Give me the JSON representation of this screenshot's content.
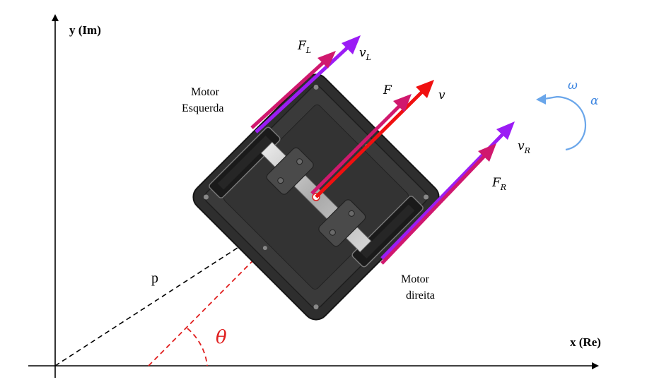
{
  "axes": {
    "y_label": "y (Im)",
    "x_label": "x (Re)"
  },
  "labels": {
    "p": "p",
    "theta": "θ",
    "motor_left_line1": "Motor",
    "motor_left_line2": "Esquerda",
    "motor_right_line1": "Motor",
    "motor_right_line2": "direita"
  },
  "vectors": {
    "F_L": {
      "symbol": "F",
      "sub": "L"
    },
    "v_L": {
      "symbol": "v",
      "sub": "L"
    },
    "F": {
      "symbol": "F"
    },
    "v": {
      "symbol": "v"
    },
    "v_R": {
      "symbol": "v",
      "sub": "R"
    },
    "F_R": {
      "symbol": "F",
      "sub": "R"
    }
  },
  "rotation": {
    "omega": "ω",
    "alpha": "α"
  },
  "colors": {
    "velocity": "#9b1cf5",
    "force": "#d0186e",
    "main_velocity": "#f01010",
    "angle": "#e02020",
    "rotation": "#5a9ee8",
    "chassis": "#2b2b2b"
  }
}
